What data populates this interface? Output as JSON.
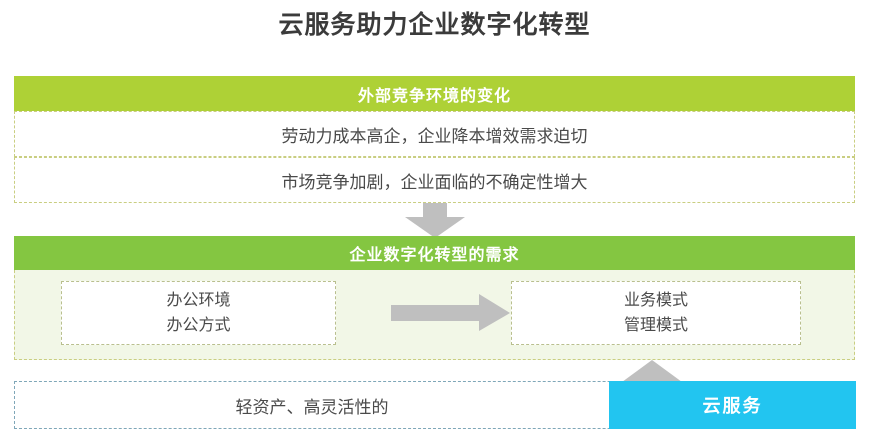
{
  "title": "云服务助力企业数字化转型",
  "colors": {
    "title_text": "#3b3b3b",
    "header_green_light": "#aed136",
    "header_green": "#84c641",
    "cloud_blue": "#22c5f0",
    "arrow_gray": "#bfbfbf",
    "dashed_olive": "#c9ce81",
    "dashed_blue": "#7fa7b8",
    "demand_body_bg": "#f2f7e7"
  },
  "blocks": {
    "external": {
      "header": "外部竞争环境的变化",
      "rows": [
        "劳动力成本高企，企业降本增效需求迫切",
        "市场竞争加剧，企业面临的不确定性增大"
      ]
    },
    "demand": {
      "header": "企业数字化转型的需求",
      "left_box": {
        "line1": "办公环境",
        "line2": "办公方式"
      },
      "right_box": {
        "line1": "业务模式",
        "line2": "管理模式"
      }
    },
    "cloud": {
      "label": "轻资产、高灵活性的",
      "badge": "云服务"
    }
  },
  "arrows": {
    "down_label": "arrow-down",
    "right_label": "arrow-right",
    "up_label": "arrow-up"
  }
}
